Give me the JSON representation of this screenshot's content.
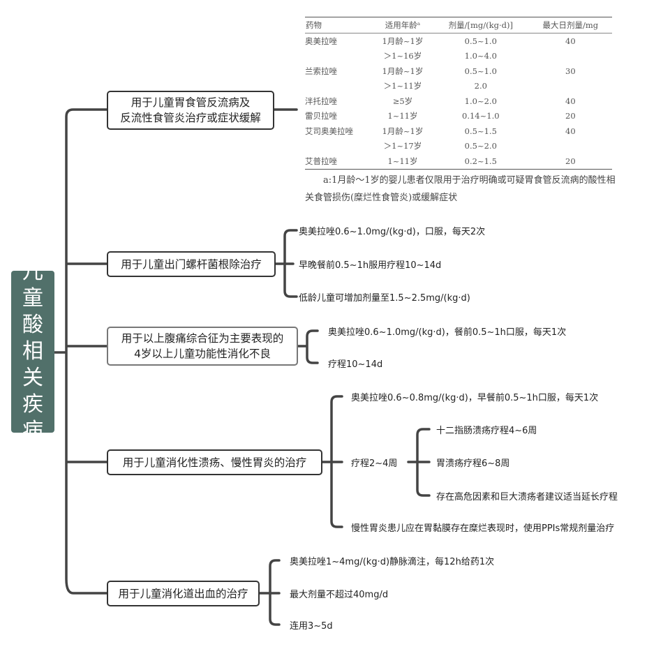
{
  "root": {
    "label": [
      "儿",
      "童",
      "酸",
      "相",
      "关",
      "疾",
      "病"
    ]
  },
  "branches": [
    {
      "label_lines": [
        "用于儿童胃食管反流病及",
        "反流性食管炎治疗或症状缓解"
      ]
    },
    {
      "label_lines": [
        "用于儿童出门螺杆菌根除治疗"
      ],
      "items": [
        "奥美拉唑0.6~1.0mg/(kg·d)，口服，每天2次",
        "早晚餐前0.5~1h服用疗程10~14d",
        "低龄儿童可增加剂量至1.5~2.5mg/(kg·d)"
      ]
    },
    {
      "label_lines": [
        "用于以上腹痛综合征为主要表现的",
        "4岁以上儿童功能性消化不良"
      ],
      "items": [
        "奥美拉唑0.6~1.0mg/(kg·d)，餐前0.5~1h口服，每天1次",
        "疗程10~14d"
      ]
    },
    {
      "label_lines": [
        "用于儿童消化性溃疡、慢性胃炎的治疗"
      ],
      "items": [
        "奥美拉唑0.6~0.8mg/(kg·d)，早餐前0.5~1h口服，每天1次",
        "疗程2~4周",
        "慢性胃炎患儿应在胃黏膜存在糜烂表现时，使用PPIs常规剂量治疗"
      ],
      "sub_items": [
        "十二指肠溃疡疗程4~6周",
        "胃溃疡疗程6~8周",
        "存在高危因素和巨大溃疡者建议适当延长疗程"
      ]
    },
    {
      "label_lines": [
        "用于儿童消化道出血的治疗"
      ],
      "items": [
        "奥美拉唑1~4mg/(kg·d)静脉滴注，每12h给药1次",
        "最大剂量不超过40mg/d",
        "连用3~5d"
      ]
    }
  ],
  "table": {
    "headers": [
      "药物",
      "适用年龄ᵃ",
      "剂量/[mg/(kg·d)]",
      "最大日剂量/mg"
    ],
    "rows": [
      [
        "奥美拉唑",
        "1月龄~1岁",
        "0.5~1.0",
        "40"
      ],
      [
        "",
        "＞1~16岁",
        "1.0~4.0",
        ""
      ],
      [
        "兰索拉唑",
        "1月龄~1岁",
        "0.5~1.0",
        "30"
      ],
      [
        "",
        "＞1~11岁",
        "2.0",
        ""
      ],
      [
        "泮托拉唑",
        "≥5岁",
        "1.0~2.0",
        "40"
      ],
      [
        "雷贝拉唑",
        "1~11岁",
        "0.14~1.0",
        "20"
      ],
      [
        "艾司奥美拉唑",
        "1月龄~1岁",
        "0.5~1.5",
        "40"
      ],
      [
        "",
        "＞1~17岁",
        "0.5~2.0",
        ""
      ],
      [
        "艾普拉唑",
        "1~11岁",
        "0.2~1.5",
        "20"
      ]
    ],
    "footnote": "a:1月龄～1岁的婴儿患者仅限用于治疗明确或可疑胃食管反流病的酸性相关食管损伤(糜烂性食管炎)或缓解症状"
  },
  "colors": {
    "root_bg": "#51706a",
    "line": "#444444"
  }
}
